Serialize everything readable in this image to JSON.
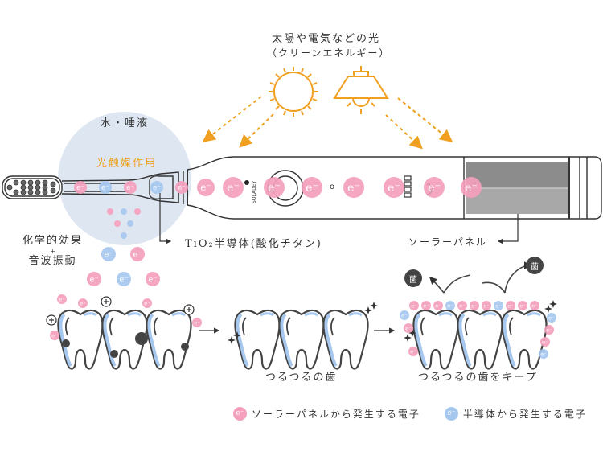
{
  "title": {
    "line1": "太陽や電気などの光",
    "line2": "（クリーンエネルギー）"
  },
  "labels": {
    "water_saliva": "水・唾液",
    "photocatalysis": "光触媒作用",
    "chemical_effect": "化学的効果",
    "plus": "+",
    "sonic_vibration": "音波振動",
    "tio2": "TiO₂半導体(酸化チタン)",
    "solar_panel": "ソーラーパネル",
    "smooth_teeth": "つるつるの歯",
    "keep_smooth": "つるつるの歯をキープ",
    "bacteria": "菌",
    "brand": "SOLADEY",
    "power_mark": "o",
    "electron": "e⁻"
  },
  "legend": [
    {
      "text": "ソーラーパネルから発生する電子",
      "symbol": "e⁻",
      "color": "#f4a0bd"
    },
    {
      "text": "半導体から発生する電子",
      "symbol": "e⁻",
      "color": "#a6c8ef"
    }
  ],
  "colors": {
    "pink_electron": "#f4a0bd",
    "blue_electron": "#a6c8ef",
    "light_orange": "#f0a020",
    "photo_circle": "#dde6f1",
    "panel_dark": "#8c8c8c",
    "panel_light": "#a8a8a8",
    "plaque": "#444444",
    "bacteria_bg": "#444444"
  }
}
